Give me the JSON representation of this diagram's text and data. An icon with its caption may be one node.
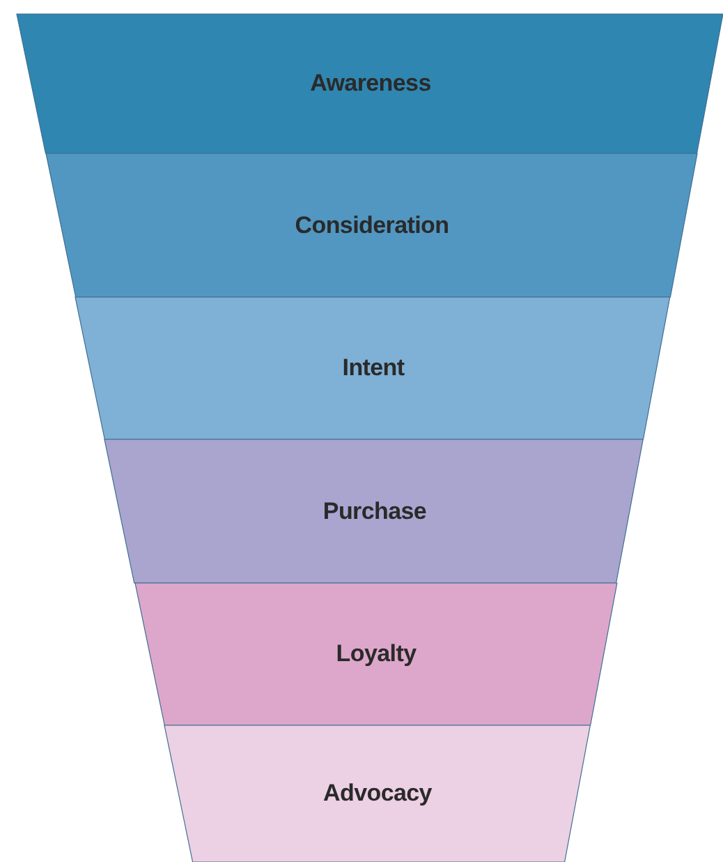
{
  "diagram": {
    "nodes": [
      {
        "text": [
          "Awareness"
        ]
      },
      {
        "text": [
          "Consideration"
        ]
      },
      {
        "text": [
          "Intent"
        ]
      },
      {
        "text": [
          "Purchase"
        ]
      },
      {
        "text": [
          "Loyalty"
        ]
      },
      {
        "text": [
          "Advocacy"
        ]
      }
    ]
  }
}
